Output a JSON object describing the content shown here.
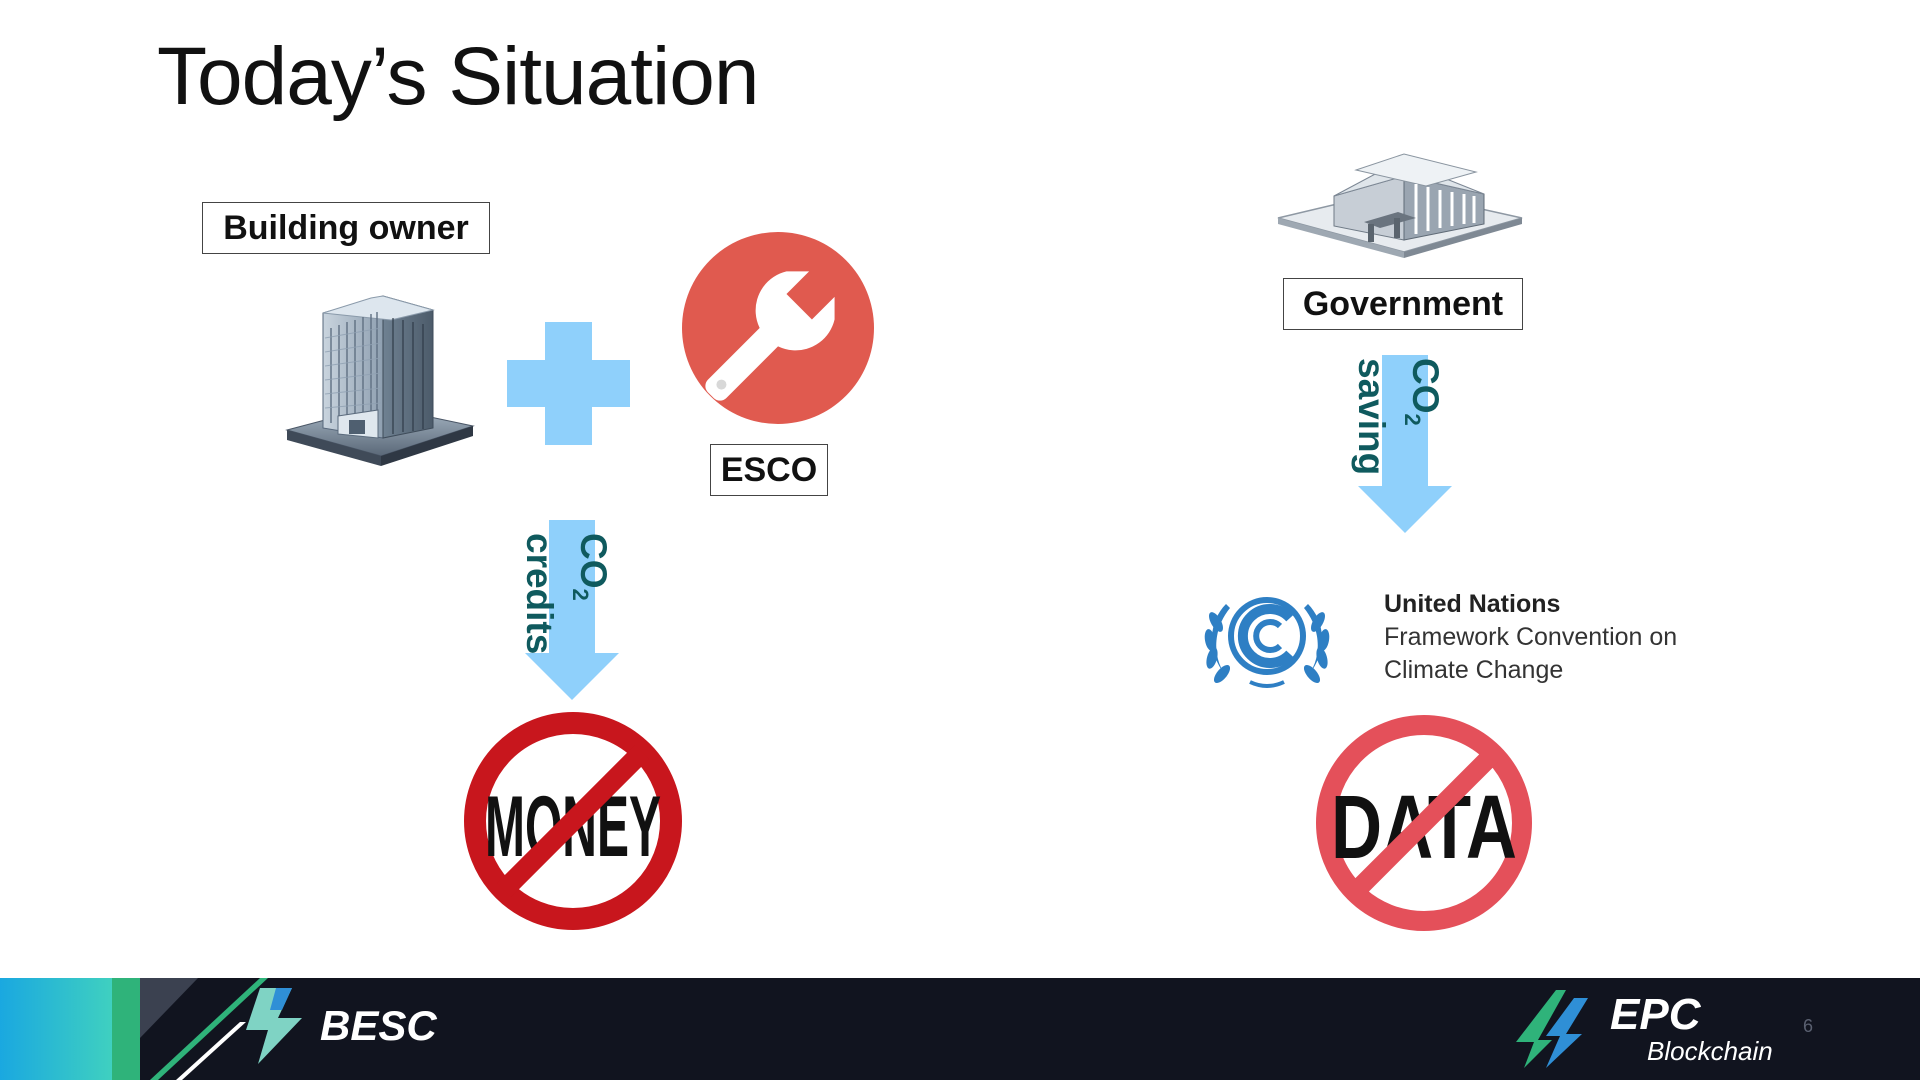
{
  "slide": {
    "title": "Today’s Situation",
    "page_number": "6"
  },
  "left_scenario": {
    "building_owner_label": "Building owner",
    "esco_label": "ESCO",
    "arrow_label": {
      "line1_prefix": "CO",
      "line1_subscript": "2",
      "line2": "credits"
    },
    "prohibited_word": "MONEY"
  },
  "right_scenario": {
    "government_label": "Government",
    "arrow_label": {
      "line1_prefix": "CO",
      "line1_subscript": "2",
      "line2": "saving"
    },
    "unfccc_logo_lines": [
      "United Nations",
      "Framework Convention on",
      "Climate Change"
    ],
    "prohibited_word": "DATA"
  },
  "footer": {
    "left_brand": "BESC",
    "right_brand_line1": "EPC",
    "right_brand_line2": "Blockchain"
  },
  "colors": {
    "arrow_blue": "#8fd0fb",
    "esco_red": "#e05a4f",
    "prohibition_red": "#c8161d",
    "prohibition_red_light": "#e4505a",
    "label_teal": "#0f5a5e",
    "footer_bg": "#11141f",
    "footer_accent_green": "#2fb37a",
    "footer_accent_blue": "#1aa8e0"
  },
  "icons": [
    "office-building-icon",
    "plus-icon",
    "wrench-icon",
    "government-building-icon",
    "arrow-down-icon",
    "un-laurel-logo-icon",
    "prohibition-sign-icon",
    "besc-logo-icon",
    "epc-logo-icon"
  ]
}
